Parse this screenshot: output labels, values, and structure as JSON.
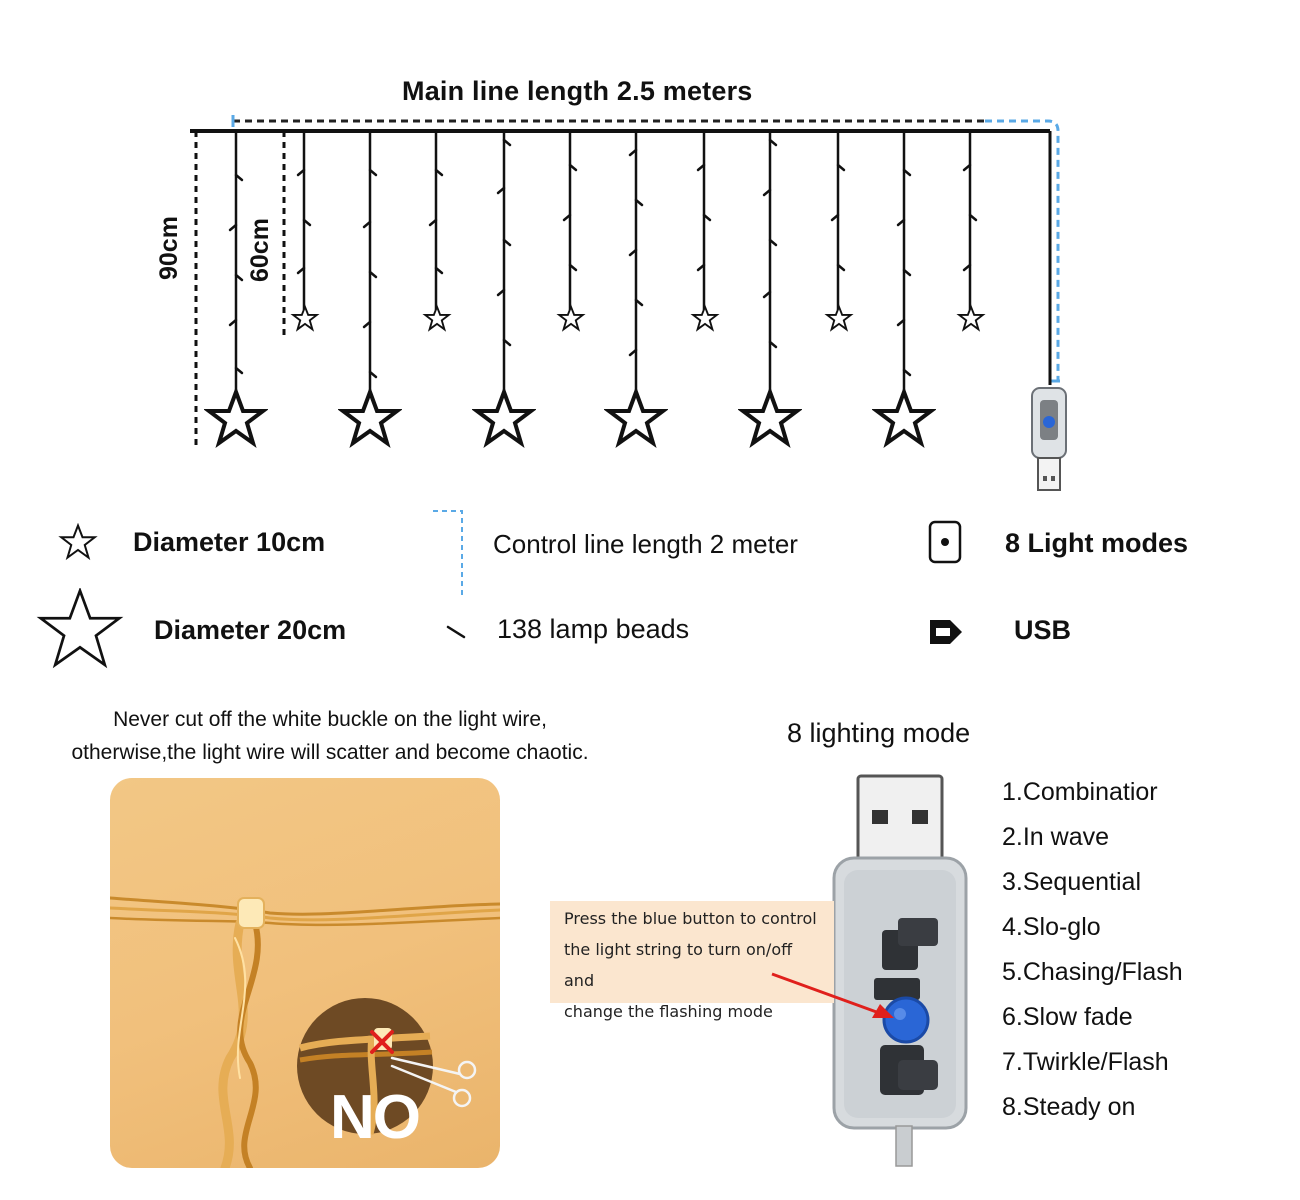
{
  "diagram": {
    "main_line_label": "Main line length 2.5 meters",
    "height_90_label": "90cm",
    "height_60_label": "60cm"
  },
  "specs": [
    {
      "icon": "small-star-icon",
      "label": "Diameter 10cm"
    },
    {
      "icon": "large-star-icon",
      "label": "Diameter 20cm"
    },
    {
      "icon": "control-line-icon",
      "label": "Control line length 2 meter"
    },
    {
      "icon": "wire-segment-icon",
      "label": "138 lamp beads"
    },
    {
      "icon": "controller-icon",
      "label": "8 Light modes"
    },
    {
      "icon": "usb-plug-icon",
      "label": "USB"
    }
  ],
  "warning": {
    "line1": "Never cut off the white buckle on the light wire,",
    "line2": "otherwise,the light wire will scatter and become chaotic.",
    "no_label": "NO"
  },
  "modes": {
    "title": "8 lighting mode",
    "callout_line1": "Press the blue button to control",
    "callout_line2": "the light string to turn on/off and",
    "callout_line3": "change the flashing mode",
    "items": [
      "1.Combinatior",
      "2.In wave",
      "3.Sequential",
      "4.Slo-glo",
      "5.Chasing/Flash",
      "6.Slow fade",
      "7.Twirkle/Flash",
      "8.Steady on"
    ]
  },
  "colors": {
    "callout_bg": "#fbe6cf",
    "button_blue": "#2a66d6",
    "dimension_blue": "#5aa9e6",
    "arrow_red": "#e0201c"
  }
}
